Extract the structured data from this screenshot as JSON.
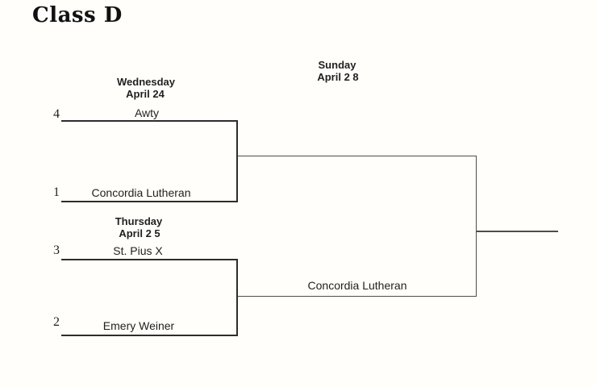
{
  "title": "Class D",
  "colors": {
    "background": "#fffefa",
    "text": "#1f1f1f",
    "line_primary": "#2d2d2d",
    "line_secondary": "#4d4d4d"
  },
  "bracket": {
    "semifinal_top": {
      "day": "Wednesday",
      "date": "April 24",
      "teams": {
        "top": {
          "seed": "4",
          "name": "Awty"
        },
        "bottom": {
          "seed": "1",
          "name": "Concordia Lutheran"
        }
      }
    },
    "semifinal_bottom": {
      "day": "Thursday",
      "date": "April 2 5",
      "teams": {
        "top": {
          "seed": "3",
          "name": "St. Pius X"
        },
        "bottom": {
          "seed": "2",
          "name": "Emery Weiner"
        }
      }
    },
    "final": {
      "day": "Sunday",
      "date": "April 2 8",
      "advancing_team": "Concordia Lutheran"
    }
  }
}
